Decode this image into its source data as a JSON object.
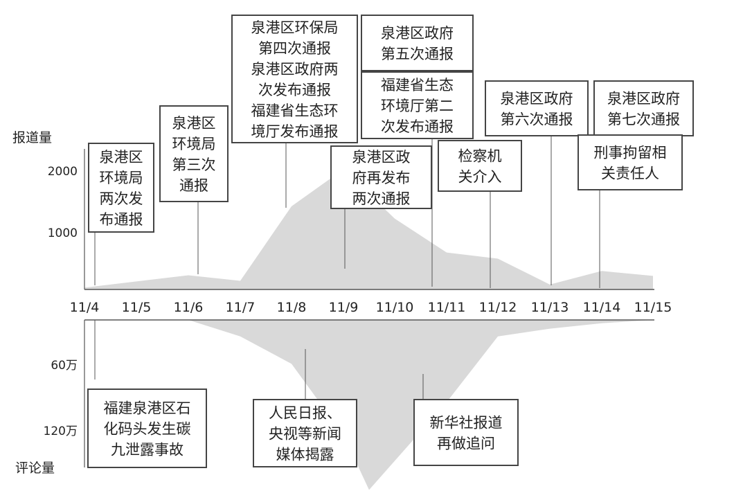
{
  "chart_data": {
    "type": "area",
    "title": "",
    "x": [
      "11/4",
      "11/5",
      "11/6",
      "11/7",
      "11/8",
      "11/9",
      "11/10",
      "11/11",
      "11/12",
      "11/13",
      "11/14",
      "11/15"
    ],
    "upper": {
      "ylabel": "报道量",
      "yticks": [
        "2000",
        "1000"
      ],
      "ylim": [
        0,
        2000
      ],
      "points": [
        {
          "x": "11/4",
          "y": 30
        },
        {
          "x": "11/5",
          "y": 130
        },
        {
          "x": "11/6",
          "y": 230
        },
        {
          "x": "11/7",
          "y": 140
        },
        {
          "x": "11/8",
          "y": 1350
        },
        {
          "x": "11/9",
          "y": 1950
        },
        {
          "x": "11/10",
          "y": 1150
        },
        {
          "x": "11/11",
          "y": 600
        },
        {
          "x": "11/12",
          "y": 500
        },
        {
          "x": "11/13",
          "y": 80
        },
        {
          "x": "11/14",
          "y": 300
        },
        {
          "x": "11/15",
          "y": 220
        }
      ]
    },
    "lower": {
      "ylabel": "评论量",
      "yticks": [
        "60万",
        "120万"
      ],
      "ylim": [
        0,
        1200000
      ],
      "points": [
        {
          "x": "11/4",
          "y": 0
        },
        {
          "x": "11/5",
          "y": 0
        },
        {
          "x": "11/6",
          "y": 0
        },
        {
          "x": "11/7",
          "y": 150000
        },
        {
          "x": "11/8",
          "y": 400000
        },
        {
          "x": "11/9",
          "y": 1050000
        },
        {
          "x": "11/9.5",
          "y": 1550000
        },
        {
          "x": "11/11",
          "y": 750000
        },
        {
          "x": "11/12",
          "y": 150000
        },
        {
          "x": "11/13",
          "y": 80000
        },
        {
          "x": "11/14",
          "y": 30000
        },
        {
          "x": "11/15",
          "y": 0
        }
      ]
    },
    "annotations_top": [
      {
        "x": "11/4",
        "lines": [
          "泉港区",
          "环境局",
          "两次发",
          "布通报"
        ]
      },
      {
        "x": "11/6",
        "lines": [
          "泉港区",
          "环境局",
          "第三次",
          "通报"
        ]
      },
      {
        "x": "11/8",
        "lines": [
          "泉港区环保局",
          "第四次通报",
          "泉港区政府两",
          "次发布通报",
          "福建省生态环",
          "境厅发布通报"
        ]
      },
      {
        "x": "11/9",
        "lines": [
          "泉港区政",
          "府再发布",
          "两次通报"
        ]
      },
      {
        "x": "11/10",
        "lines": [
          "泉港区政府",
          "第五次通报"
        ]
      },
      {
        "x": "11/10b",
        "lines": [
          "福建省生态",
          "环境厅第二",
          "次发布通报"
        ]
      },
      {
        "x": "11/11",
        "lines": [
          "检察机",
          "关介入"
        ]
      },
      {
        "x": "11/12",
        "lines": [
          "泉港区政府",
          "第六次通报"
        ]
      },
      {
        "x": "11/13",
        "lines": [
          "泉港区政府",
          "第七次通报"
        ]
      },
      {
        "x": "11/14",
        "lines": [
          "刑事拘留相",
          "关责任人"
        ]
      }
    ],
    "annotations_bottom": [
      {
        "x": "11/4",
        "lines": [
          "福建泉港区石",
          "化码头发生碳",
          "九泄露事故"
        ]
      },
      {
        "x": "11/8",
        "lines": [
          "人民日报、",
          "央视等新闻",
          "媒体揭露"
        ]
      },
      {
        "x": "11/10",
        "lines": [
          "新华社报道",
          "再做追问"
        ]
      }
    ]
  },
  "colors": {
    "area": "#d9d9d9",
    "axis": "#555555",
    "box_border": "#444444",
    "text": "#222222"
  }
}
